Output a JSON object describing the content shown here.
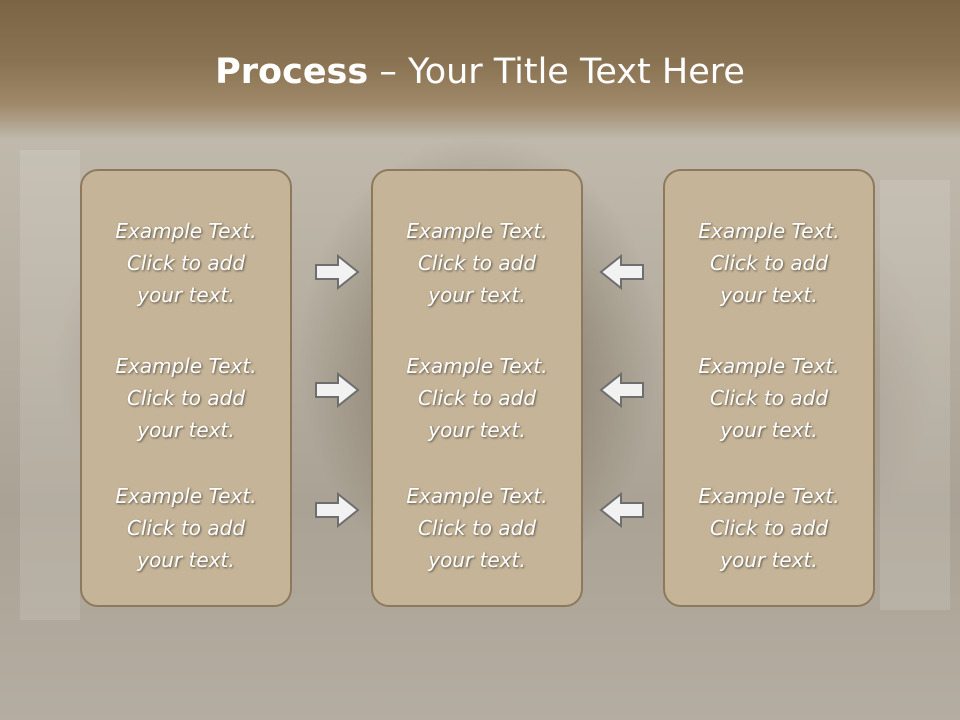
{
  "slide": {
    "title_bold": "Process",
    "title_separator": " – ",
    "title_rest": "Your Title Text Here"
  },
  "panels": [
    {
      "blocks": [
        {
          "line1": "Example Text.",
          "line2": "Click  to add",
          "line3": "your text."
        },
        {
          "line1": "Example Text.",
          "line2": "Click  to add",
          "line3": "your text."
        },
        {
          "line1": "Example Text.",
          "line2": "Click  to add",
          "line3": "your text."
        }
      ]
    },
    {
      "blocks": [
        {
          "line1": "Example Text.",
          "line2": "Click  to add",
          "line3": "your text."
        },
        {
          "line1": "Example Text.",
          "line2": "Click  to add",
          "line3": "your text."
        },
        {
          "line1": "Example Text.",
          "line2": "Click  to add",
          "line3": "your text."
        }
      ]
    },
    {
      "blocks": [
        {
          "line1": "Example Text.",
          "line2": "Click  to add",
          "line3": "your text."
        },
        {
          "line1": "Example Text.",
          "line2": "Click  to add",
          "line3": "your text."
        },
        {
          "line1": "Example Text.",
          "line2": "Click  to add",
          "line3": "your text."
        }
      ]
    }
  ],
  "arrows": {
    "left_column": [
      "arrow-right-icon",
      "arrow-right-icon",
      "arrow-right-icon"
    ],
    "right_column": [
      "arrow-left-icon",
      "arrow-left-icon",
      "arrow-left-icon"
    ]
  },
  "colors": {
    "title_band": "#7a6444",
    "panel_fill": "#c5b497",
    "panel_border": "#8d7a5d",
    "arrow_fill": "#f2f2f2",
    "arrow_stroke": "#6e6e6e",
    "text": "#ffffff"
  }
}
